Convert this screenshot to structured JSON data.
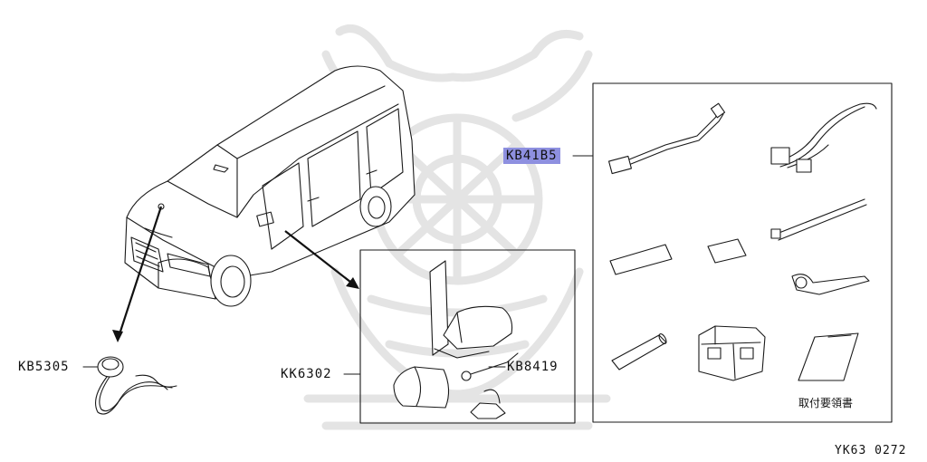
{
  "labels": {
    "kb41b5": "KB41B5",
    "kb5305": "KB5305",
    "kk6302": "KK6302",
    "kb8419": "KB8419",
    "instruction_manual": "取付要領書",
    "diagram_code": "YK63 0272"
  },
  "colors": {
    "highlight": "#8e90e0",
    "line": "#1a1a1a",
    "watermark": "#e4e4e4"
  },
  "icons": {
    "watermark": "samurai-helmet-watermark"
  }
}
